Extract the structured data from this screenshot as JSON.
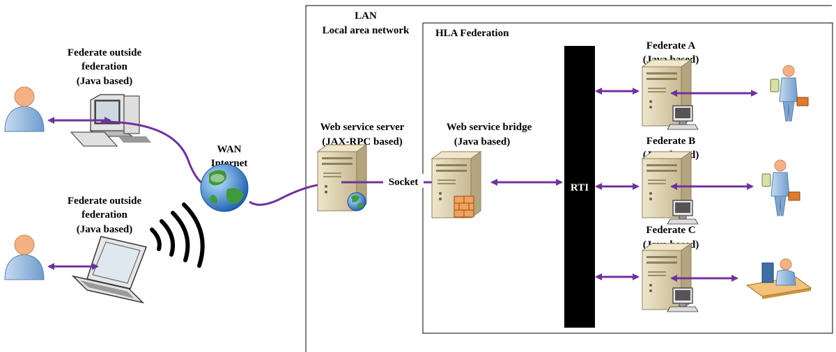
{
  "lan": {
    "title": "LAN",
    "subtitle": "Local area network"
  },
  "federation": {
    "title": "HLA Federation"
  },
  "outside_desktop": {
    "lines": [
      "Federate outside",
      "federation",
      "(Java based)"
    ]
  },
  "outside_laptop": {
    "lines": [
      "Federate outside",
      "federation",
      "(Java based)"
    ]
  },
  "wan": {
    "lines": [
      "WAN",
      "Internet"
    ]
  },
  "ws_server": {
    "lines": [
      "Web service server",
      "(JAX-RPC based)"
    ]
  },
  "ws_bridge": {
    "lines": [
      "Web service bridge",
      "(Java based)"
    ]
  },
  "socket": {
    "label": "Socket"
  },
  "rti": {
    "label": "RTI"
  },
  "federates": [
    {
      "lines": [
        "Federate A",
        "(Java based)"
      ]
    },
    {
      "lines": [
        "Federate B",
        "(Java based)"
      ]
    },
    {
      "lines": [
        "Federate C",
        "(Java based)"
      ]
    }
  ],
  "colors": {
    "link": "#7030a0",
    "rti": "#000000",
    "server_body": "#d9cfb5",
    "person": "#8db3e2",
    "skin": "#f4b183"
  }
}
